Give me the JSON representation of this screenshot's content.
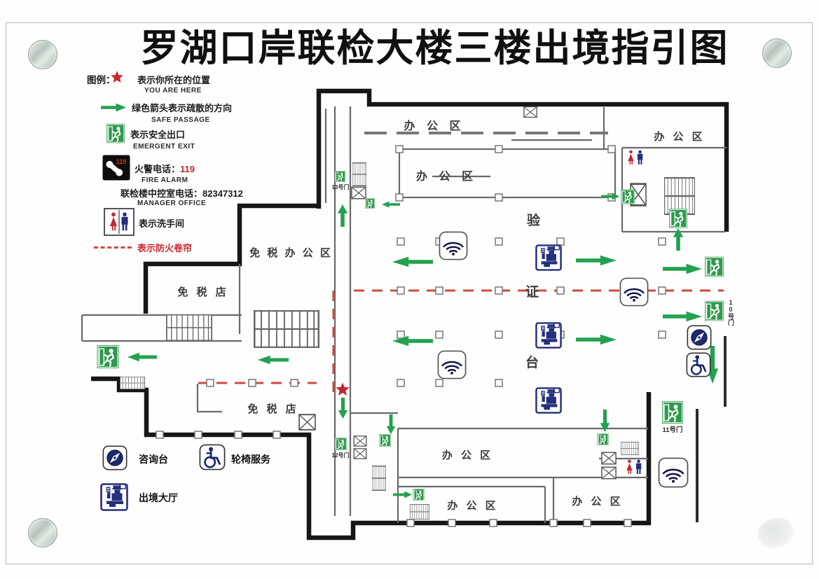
{
  "title": "罗湖口岸联检大楼三楼出境指引图",
  "colors": {
    "arrow_green": "#23a14f",
    "exit_green": "#2f9a4c",
    "alert_red": "#c5272d",
    "fire_curtain_red": "#cc4a42",
    "navy": "#242f7d"
  },
  "legend": {
    "heading": "图例：",
    "items": [
      {
        "icon": "you-are-here-star-icon",
        "label": "表示你所在的位置",
        "sublabel": "YOU ARE HERE"
      },
      {
        "icon": "evacuation-arrow-icon",
        "label": "绿色箭头表示疏散的方向",
        "sublabel": "SAFE PASSAGE"
      },
      {
        "icon": "emergency-exit-icon",
        "label": "表示安全出口",
        "sublabel": "EMERGENT EXIT"
      },
      {
        "icon": "fire-alarm-phone-icon",
        "label": "火警电话：",
        "value": "119",
        "sublabel": "FIRE ALARM"
      },
      {
        "icon": "",
        "label": "联检楼中控室电话：",
        "value": "82347312",
        "sublabel": "MANAGER OFFICE"
      },
      {
        "icon": "restroom-icon",
        "label": "表示洗手间",
        "sublabel": ""
      },
      {
        "icon": "fire-curtain-dash-icon",
        "label": "表示防火卷帘",
        "sublabel": ""
      }
    ],
    "services": [
      {
        "icon": "information-desk-icon",
        "label": "咨询台"
      },
      {
        "icon": "wheelchair-service-icon",
        "label": "轮椅服务"
      },
      {
        "icon": "departure-hall-icon",
        "label": "出境大厅"
      }
    ]
  },
  "map": {
    "rooms": {
      "office_top": "办 公 区",
      "office_mid": "办 公 区",
      "office_top_right": "办 公 区",
      "office_bottom_1": "办 公 区",
      "office_bottom_2": "办 公 区",
      "office_bottom_right": "办 公 区",
      "duty_free_office": "免 税 办 公 区",
      "duty_free_shop_1": "免 税 店",
      "duty_free_shop_2": "免 税 店"
    },
    "counter": {
      "c1": "验",
      "c2": "证",
      "c3": "台"
    },
    "gates": {
      "g10": "10号门",
      "g11": "11号门",
      "g12": "12号门",
      "g13": "13号门"
    }
  }
}
